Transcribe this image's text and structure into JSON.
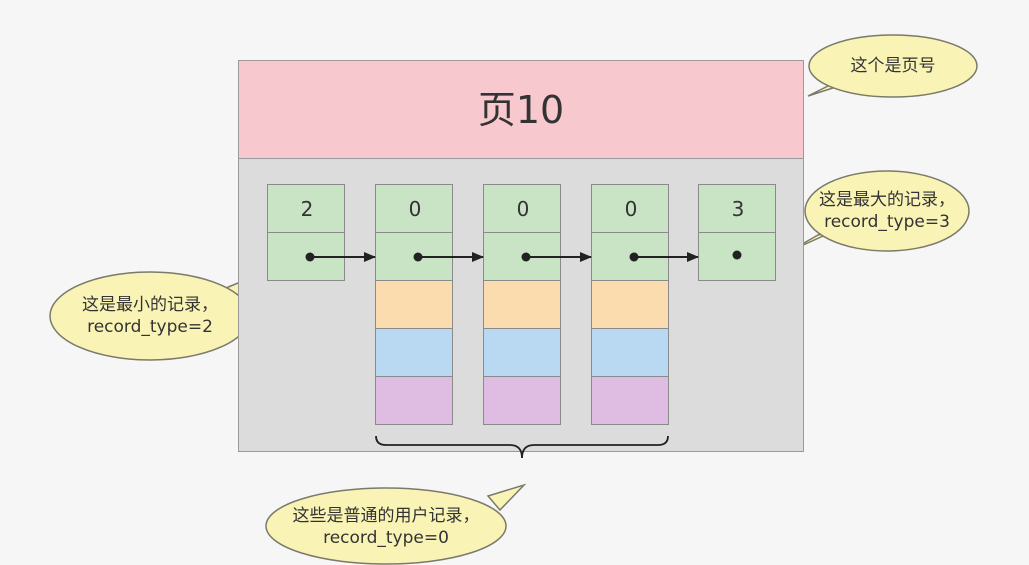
{
  "page": {
    "title": "页10"
  },
  "records": [
    {
      "record_type": "2"
    },
    {
      "record_type": "0"
    },
    {
      "record_type": "0"
    },
    {
      "record_type": "0"
    },
    {
      "record_type": "3"
    }
  ],
  "callouts": {
    "page_number": {
      "lines": [
        "这个是页号"
      ]
    },
    "max_record": {
      "lines": [
        "这是最大的记录，",
        "record_type=3"
      ]
    },
    "min_record": {
      "lines": [
        "这是最小的记录，",
        "record_type=2"
      ]
    },
    "user_records": {
      "lines": [
        "这些是普通的用户记录，",
        "record_type=0"
      ]
    }
  },
  "colors": {
    "header": "#f8c8cf",
    "record_header": "#c9e4c5",
    "field_orange": "#fbdcae",
    "field_blue": "#b9d9f3",
    "field_purple": "#dfbde3",
    "bubble": "#faf3b6"
  }
}
